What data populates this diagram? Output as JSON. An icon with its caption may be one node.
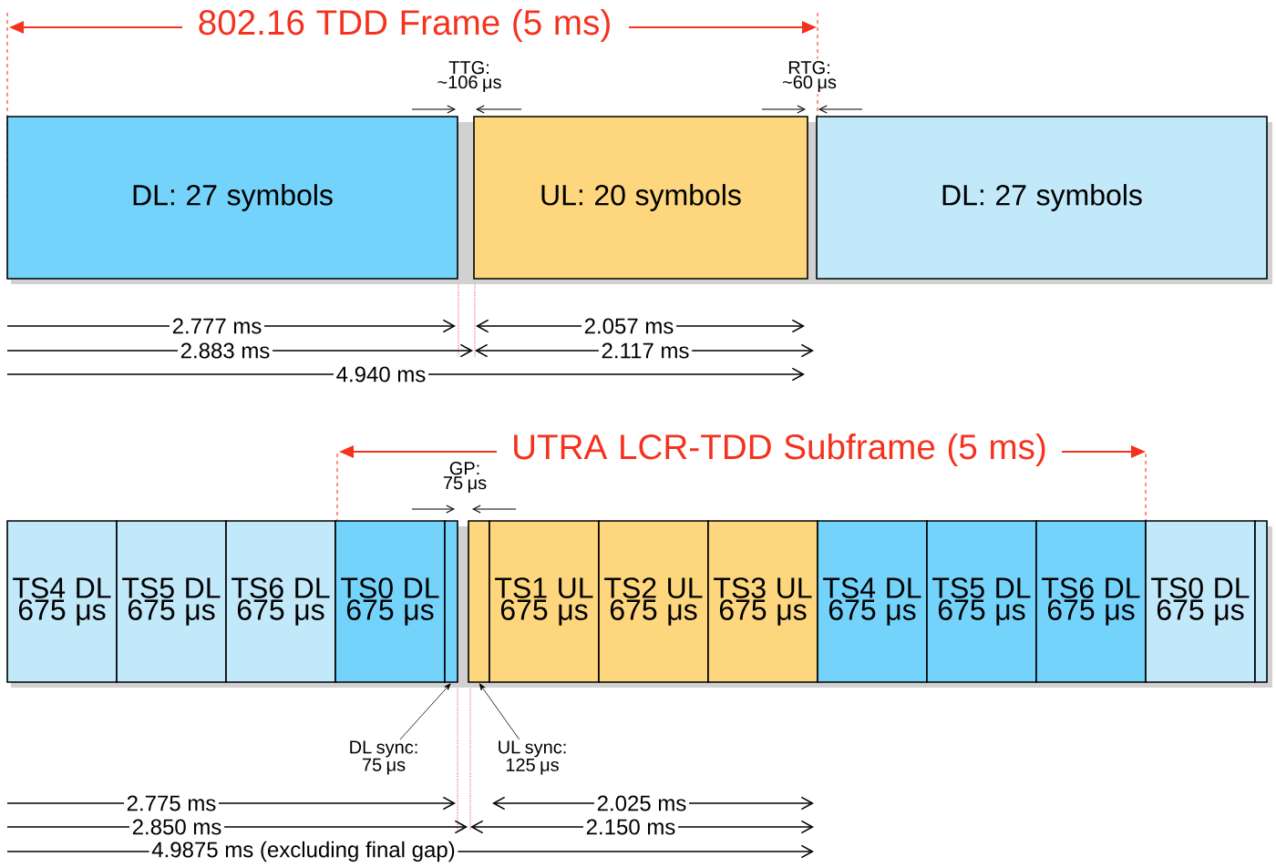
{
  "diagram": {
    "nodes": [
      {
        "text": [
          "DL: 27 symbols"
        ]
      },
      {
        "text": [
          "UL: 20 symbols"
        ]
      },
      {
        "text": [
          "DL: 27 symbols"
        ]
      },
      {
        "text": [
          "TS4 DL 675 μs"
        ]
      },
      {
        "text": [
          "TS5 DL 675 μs"
        ]
      },
      {
        "text": [
          "TS6 DL 675 μs"
        ]
      },
      {
        "text": [
          "TS0 DL 675 μs"
        ]
      },
      {
        "text": [],
        "shape": "box"
      },
      {
        "text": [],
        "shape": "box"
      },
      {
        "text": [
          "TS1 UL 675 μs"
        ]
      },
      {
        "text": [
          "TS2 UL 675 μs"
        ]
      },
      {
        "text": [
          "TS3 UL 675 μs"
        ]
      },
      {
        "text": [
          "TS4 DL 675 μs"
        ]
      },
      {
        "text": [
          "TS5 DL 675 μs"
        ]
      },
      {
        "text": [
          "TS6 DL 675 μs"
        ]
      },
      {
        "text": [
          "TS0 DL 675 μs"
        ]
      },
      {
        "text": [],
        "shape": "box"
      },
      {
        "text": [
          "DL sync: 75 μs"
        ]
      },
      {
        "text": [
          "UL sync: 125 μs"
        ]
      }
    ],
    "edges": [
      {
        "from": 17,
        "to": 7,
        "arrow": "to"
      },
      {
        "from": 18,
        "to": 8,
        "arrow": "to"
      }
    ],
    "labels": [
      "802.16 TDD Frame (5 ms)",
      "TTG: ~106 μs",
      "RTG: ~60 μs",
      "2.777 ms",
      "2.057 ms",
      "2.883 ms",
      "2.117 ms",
      "4.940 ms",
      "UTRA LCR-TDD Subframe (5 ms)",
      "GP: 75 μs",
      "2.775 ms",
      "2.025 ms",
      "2.850 ms",
      "2.150 ms",
      "4.9875 ms (excluding final gap)"
    ]
  }
}
